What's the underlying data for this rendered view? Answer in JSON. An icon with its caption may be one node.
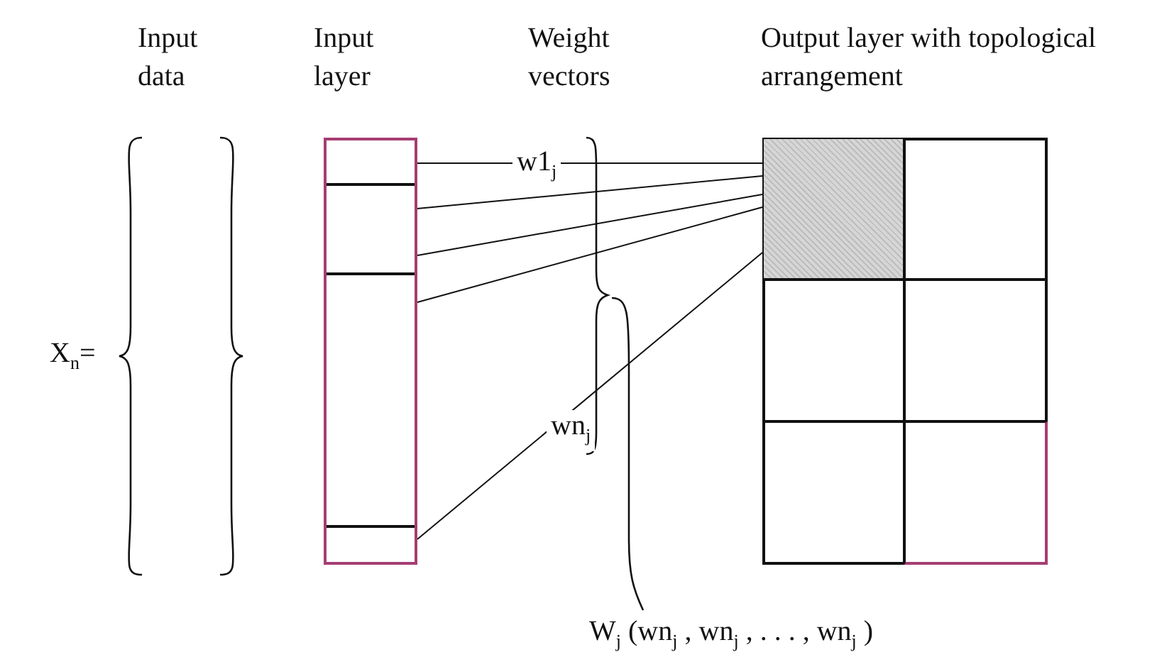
{
  "diagram": {
    "nodes": [
      {
        "text": [],
        "shape": "box"
      },
      {
        "text": [],
        "shape": "box",
        "in": 0
      },
      {
        "text": [],
        "shape": "box",
        "in": 0
      },
      {
        "text": [],
        "shape": "box",
        "in": 0
      },
      {
        "text": [],
        "shape": "box",
        "in": 0
      },
      {
        "text": [],
        "shape": "box"
      },
      {
        "text": [],
        "shape": "box",
        "in": 5
      },
      {
        "text": [],
        "shape": "box",
        "in": 5
      },
      {
        "text": [],
        "shape": "box",
        "in": 5
      },
      {
        "text": [],
        "shape": "box",
        "in": 5
      },
      {
        "text": [],
        "shape": "box",
        "in": 5
      },
      {
        "text": [],
        "shape": "box",
        "in": 5
      }
    ],
    "edges": [
      {
        "from": 1,
        "to": 6,
        "arrow": "none",
        "label": "w1$_{j}$"
      },
      {
        "from": 2,
        "to": 6,
        "arrow": "none"
      },
      {
        "from": 2,
        "to": 6,
        "arrow": "none"
      },
      {
        "from": 3,
        "to": 6,
        "arrow": "none"
      },
      {
        "from": 4,
        "to": 6,
        "arrow": "none",
        "label": "wn$_{j}$"
      }
    ],
    "labels": [
      "Input data",
      "Input layer",
      "Weight vectors",
      "Output layer with topological arrangement",
      "X$_{n}$=",
      "W$_{j}$ (wn$_{j}$ , wn$_{j}$ , . . . , wn$_{j}$ )"
    ]
  }
}
